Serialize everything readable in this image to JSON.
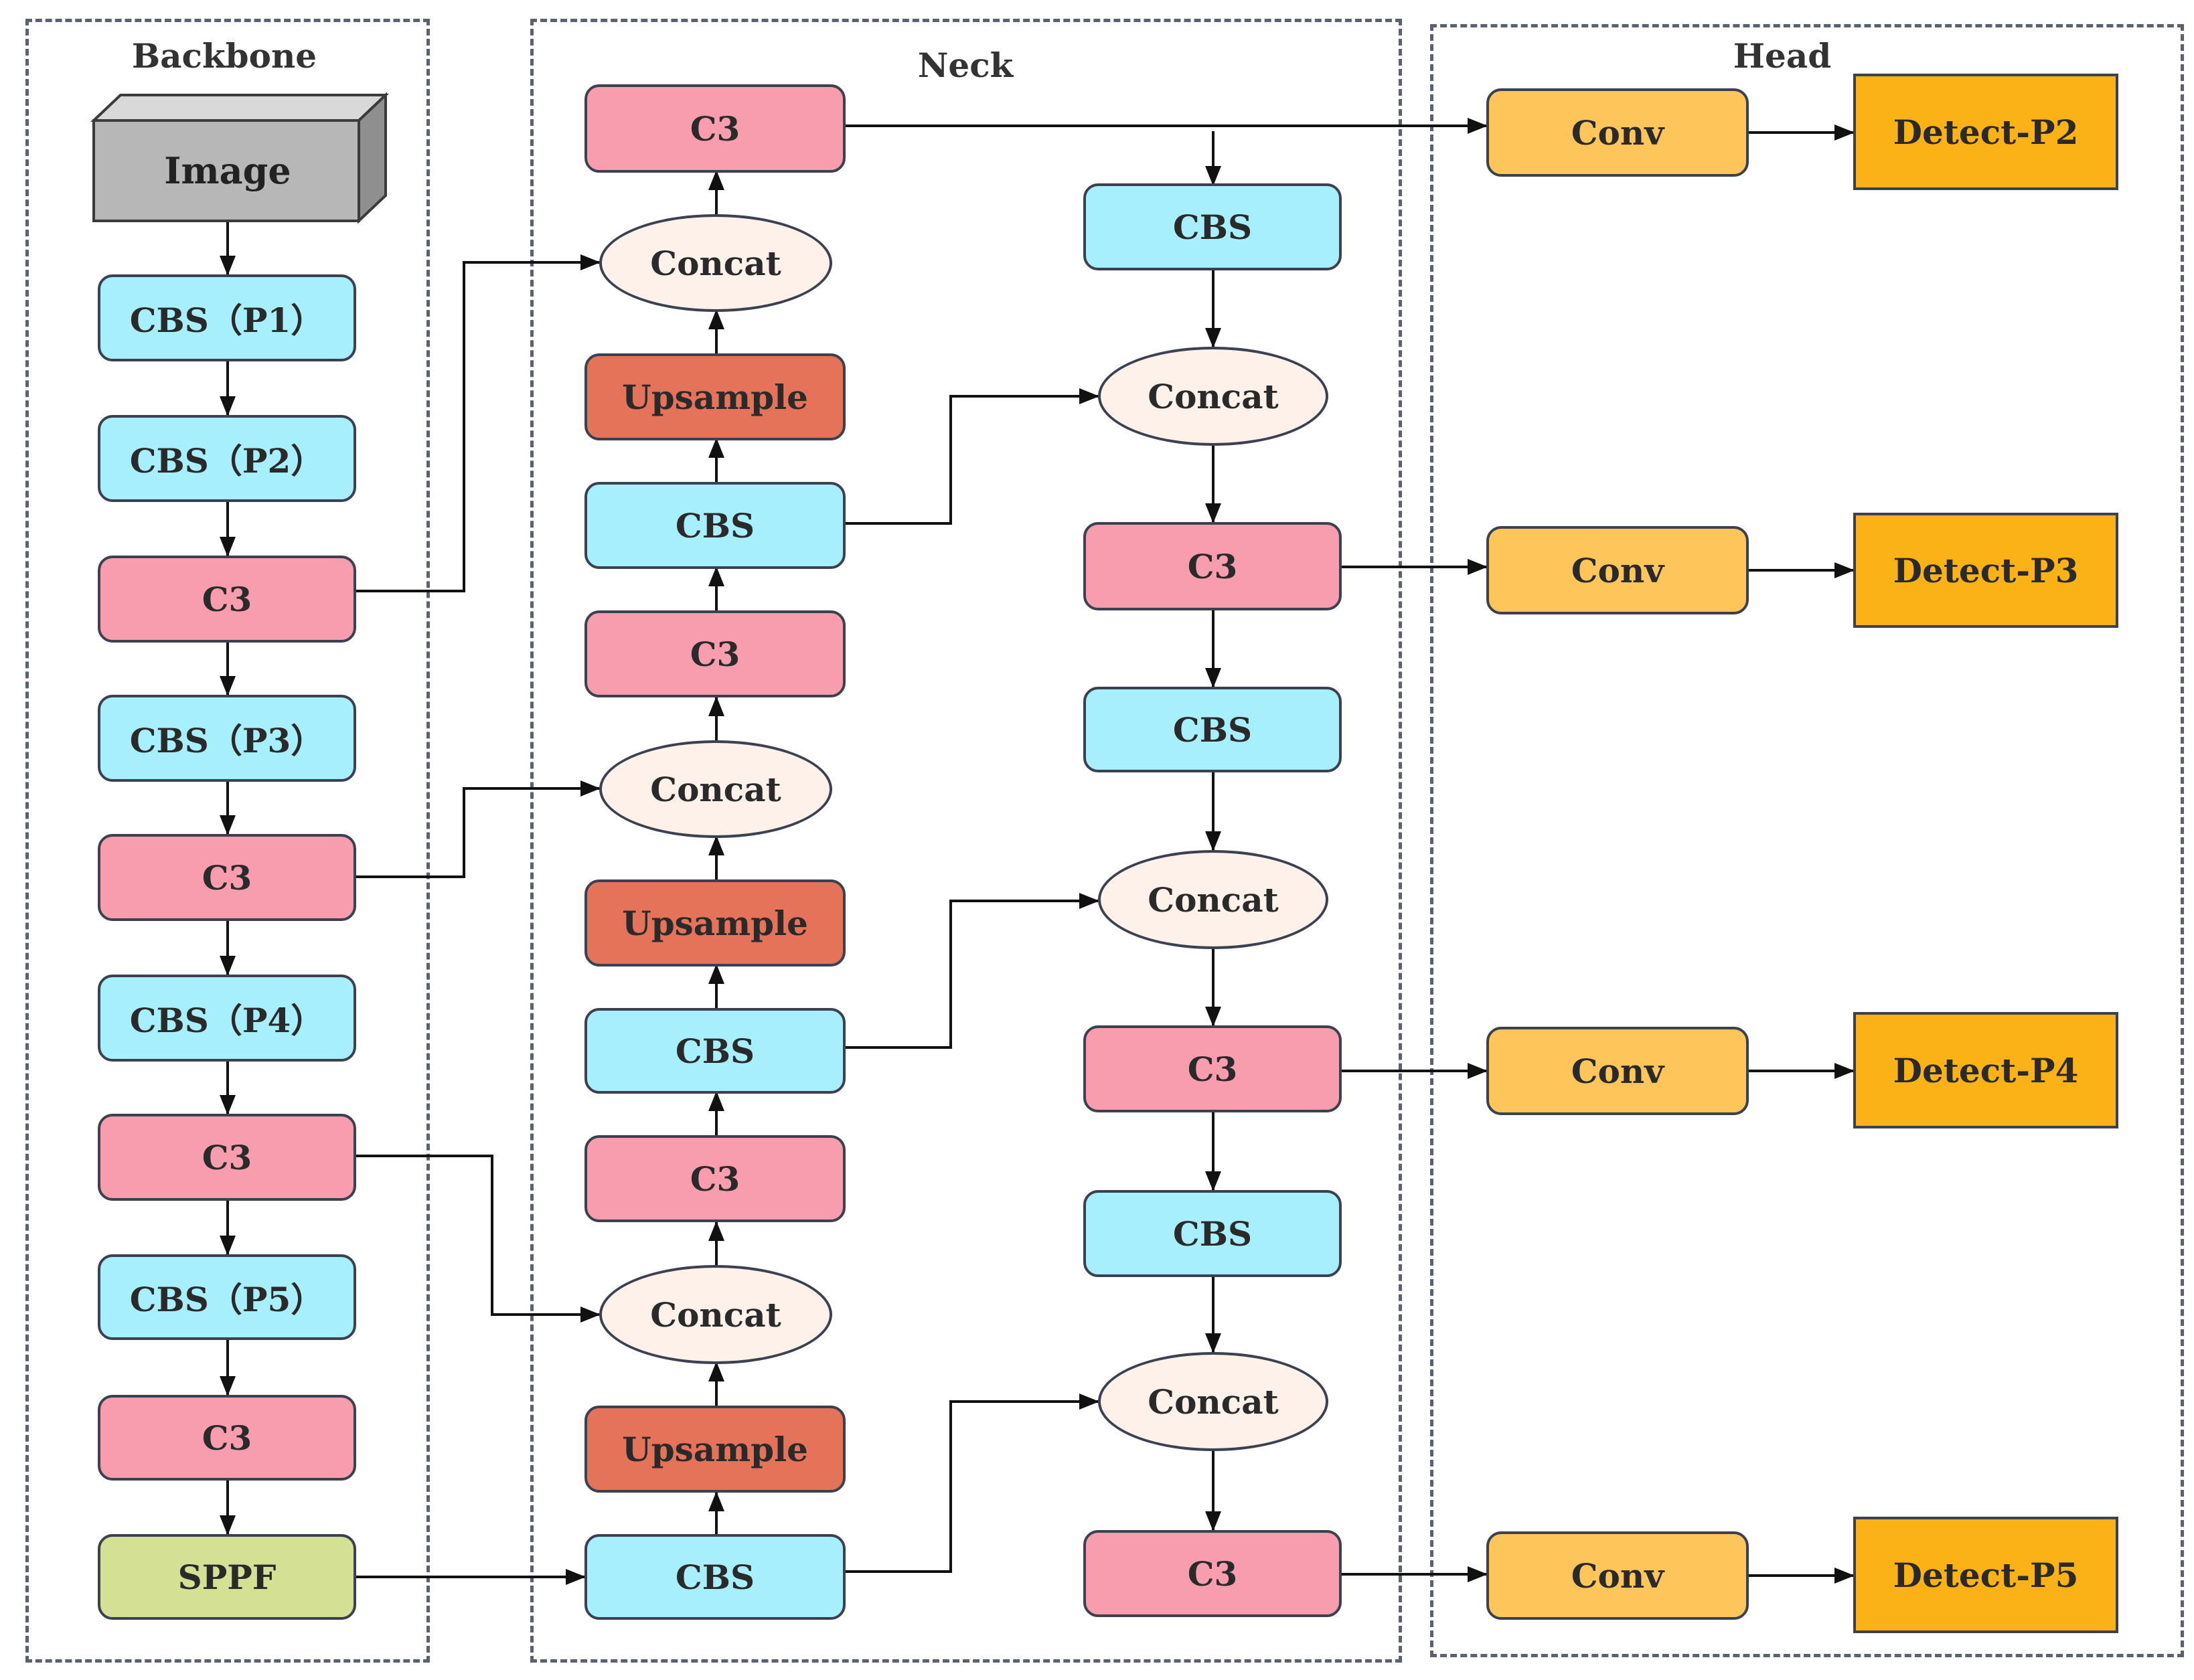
{
  "sections": {
    "backbone": "Backbone",
    "neck": "Neck",
    "head": "Head"
  },
  "colors": {
    "cbs": "#a8effd",
    "c3": "#f79dae",
    "upsample": "#e4735a",
    "concat": "#fef1ea",
    "sppf": "#d4e194",
    "conv": "#fec55a",
    "detect": "#fbb217",
    "image": "#b7b7b7"
  },
  "backbone": {
    "image": "Image",
    "cbs_p1": "CBS（P1）",
    "cbs_p2": "CBS（P2）",
    "c3_1": "C3",
    "cbs_p3": "CBS（P3）",
    "c3_2": "C3",
    "cbs_p4": "CBS（P4）",
    "c3_3": "C3",
    "cbs_p5": "CBS（P5）",
    "c3_4": "C3",
    "sppf": "SPPF"
  },
  "neck_up": {
    "c3_top": "C3",
    "concat_1": "Concat",
    "upsample_1": "Upsample",
    "cbs_1": "CBS",
    "c3_2": "C3",
    "concat_2": "Concat",
    "upsample_2": "Upsample",
    "cbs_2": "CBS",
    "c3_3": "C3",
    "concat_3": "Concat",
    "upsample_3": "Upsample",
    "cbs_bottom": "CBS"
  },
  "neck_down": {
    "cbs_1": "CBS",
    "concat_1": "Concat",
    "c3_1": "C3",
    "cbs_2": "CBS",
    "concat_2": "Concat",
    "c3_2": "C3",
    "cbs_3": "CBS",
    "concat_3": "Concat",
    "c3_3": "C3"
  },
  "head": {
    "conv_1": "Conv",
    "conv_2": "Conv",
    "conv_3": "Conv",
    "conv_4": "Conv",
    "detect_p2": "Detect-P2",
    "detect_p3": "Detect-P3",
    "detect_p4": "Detect-P4",
    "detect_p5": "Detect-P5"
  }
}
